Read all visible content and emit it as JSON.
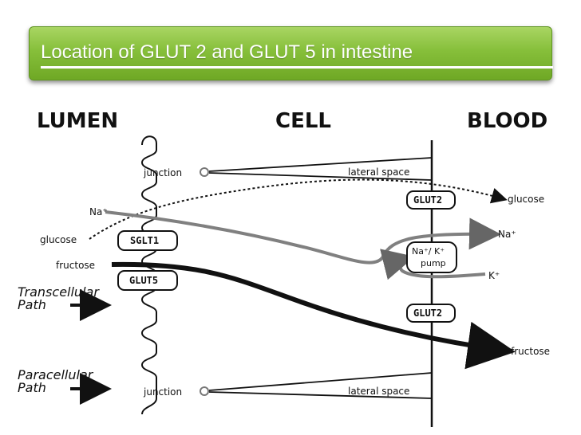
{
  "slide": {
    "title": "Location of GLUT 2 and GLUT 5 in intestine"
  },
  "diagram": {
    "regions": {
      "lumen": "LUMEN",
      "cell": "CELL",
      "blood": "BLOOD"
    },
    "junction_top": "junction",
    "junction_bottom": "junction",
    "lateral_space_top": "lateral space",
    "lateral_space_bottom": "lateral space",
    "transporters": {
      "sglt1": "SGLT1",
      "glut5": "GLUT5",
      "glut2_top": "GLUT2",
      "glut2_bottom": "GLUT2",
      "pump_line1": "Na⁺/ K⁺",
      "pump_line2": "pump"
    },
    "substrates": {
      "na_in": "Na⁺",
      "glucose_in": "glucose",
      "fructose_in": "fructose",
      "glucose_out": "glucose",
      "na_out": "Na⁺",
      "k_in": "K⁺",
      "fructose_out": "fructose"
    },
    "pathways": {
      "transcellular_1": "Transcellular",
      "transcellular_2": "Path",
      "paracellular_1": "Paracellular",
      "paracellular_2": "Path"
    }
  }
}
